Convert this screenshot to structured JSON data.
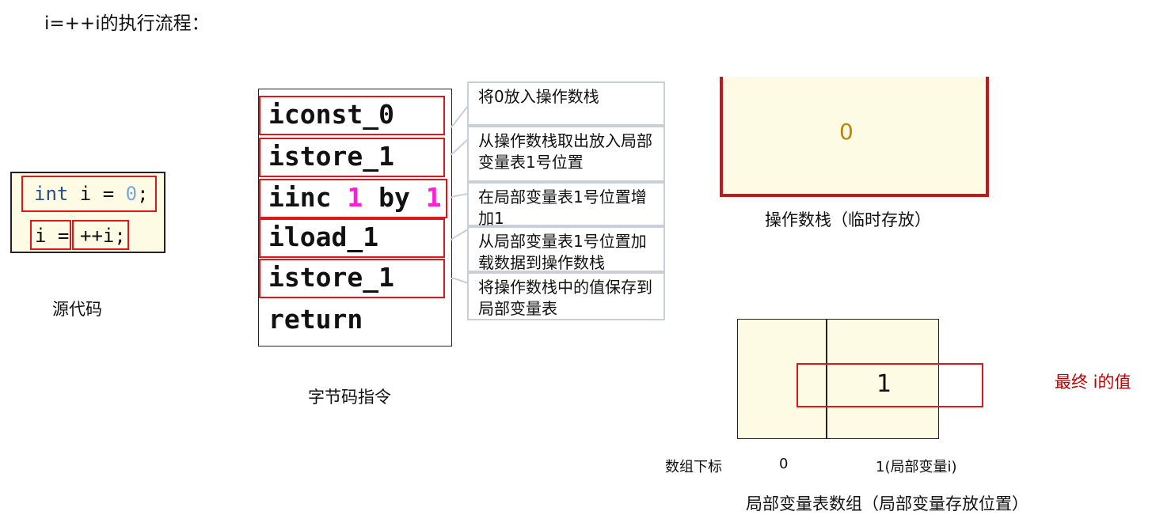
{
  "title": "i=++i的执行流程：",
  "source": {
    "line1_kw": "int",
    "line1_mid": " i = ",
    "line1_num": "0",
    "line1_end": ";",
    "line2_a": "i =",
    "line2_b": "++i;",
    "caption": "源代码"
  },
  "bytecode": {
    "rows": [
      "iconst_0",
      "istore_1",
      "iinc",
      "iload_1",
      "istore_1",
      "return"
    ],
    "iinc_arg1": "1",
    "iinc_by": "by",
    "iinc_arg2": "1",
    "caption": "字节码指令"
  },
  "explanations": [
    "将0放入操作数栈",
    "从操作数栈取出放入局部变量表1号位置",
    "在局部变量表1号位置增加1",
    "从局部变量表1号位置加载数据到操作数栈",
    "将操作数栈中的值保存到局部变量表"
  ],
  "stack": {
    "value": "0",
    "caption": "操作数栈（临时存放）"
  },
  "locals": {
    "value": "1",
    "index_label": "数组下标",
    "index0": "0",
    "index1": "1(局部变量i)",
    "caption": "局部变量表数组（局部变量存放位置）",
    "final_note": "最终 i的值"
  },
  "colors": {
    "highlight": "#e0161b",
    "stack_border": "#c4161c",
    "box_fill": "#fdfbe4",
    "magenta": "#ff1ed8",
    "final_note": "#c00000"
  }
}
